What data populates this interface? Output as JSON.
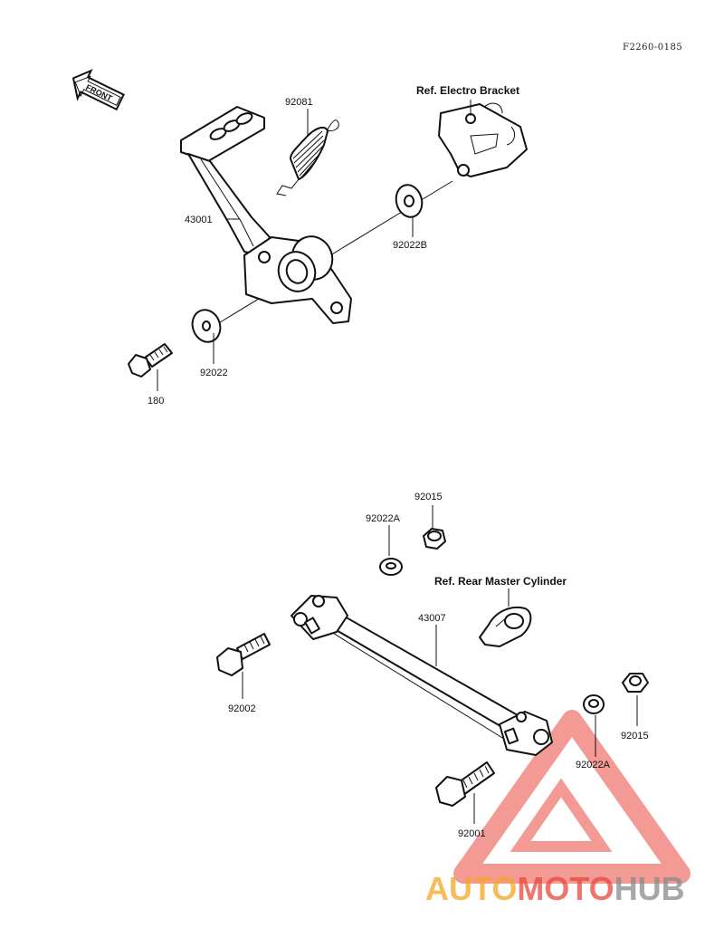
{
  "diagram": {
    "code": "F2260-0185",
    "front_label": "FRONT",
    "refs": {
      "electro_bracket": "Ref. Electro Bracket",
      "rear_master_cylinder": "Ref. Rear Master Cylinder"
    },
    "parts": {
      "p92081": "92081",
      "p43001": "43001",
      "p92022B": "92022B",
      "p92022": "92022",
      "p180": "180",
      "p92015_top": "92015",
      "p92022A_top": "92022A",
      "p43007": "43007",
      "p92002": "92002",
      "p92015_right": "92015",
      "p92022A_right": "92022A",
      "p92001": "92001"
    }
  },
  "watermark": {
    "text": "AUTOMOTOHUB",
    "segments": [
      "AUTO",
      "MOTO",
      "HUB"
    ],
    "colors": {
      "orange": "#f5a623",
      "red": "#e8483b",
      "gray": "#8a8a8a"
    }
  }
}
